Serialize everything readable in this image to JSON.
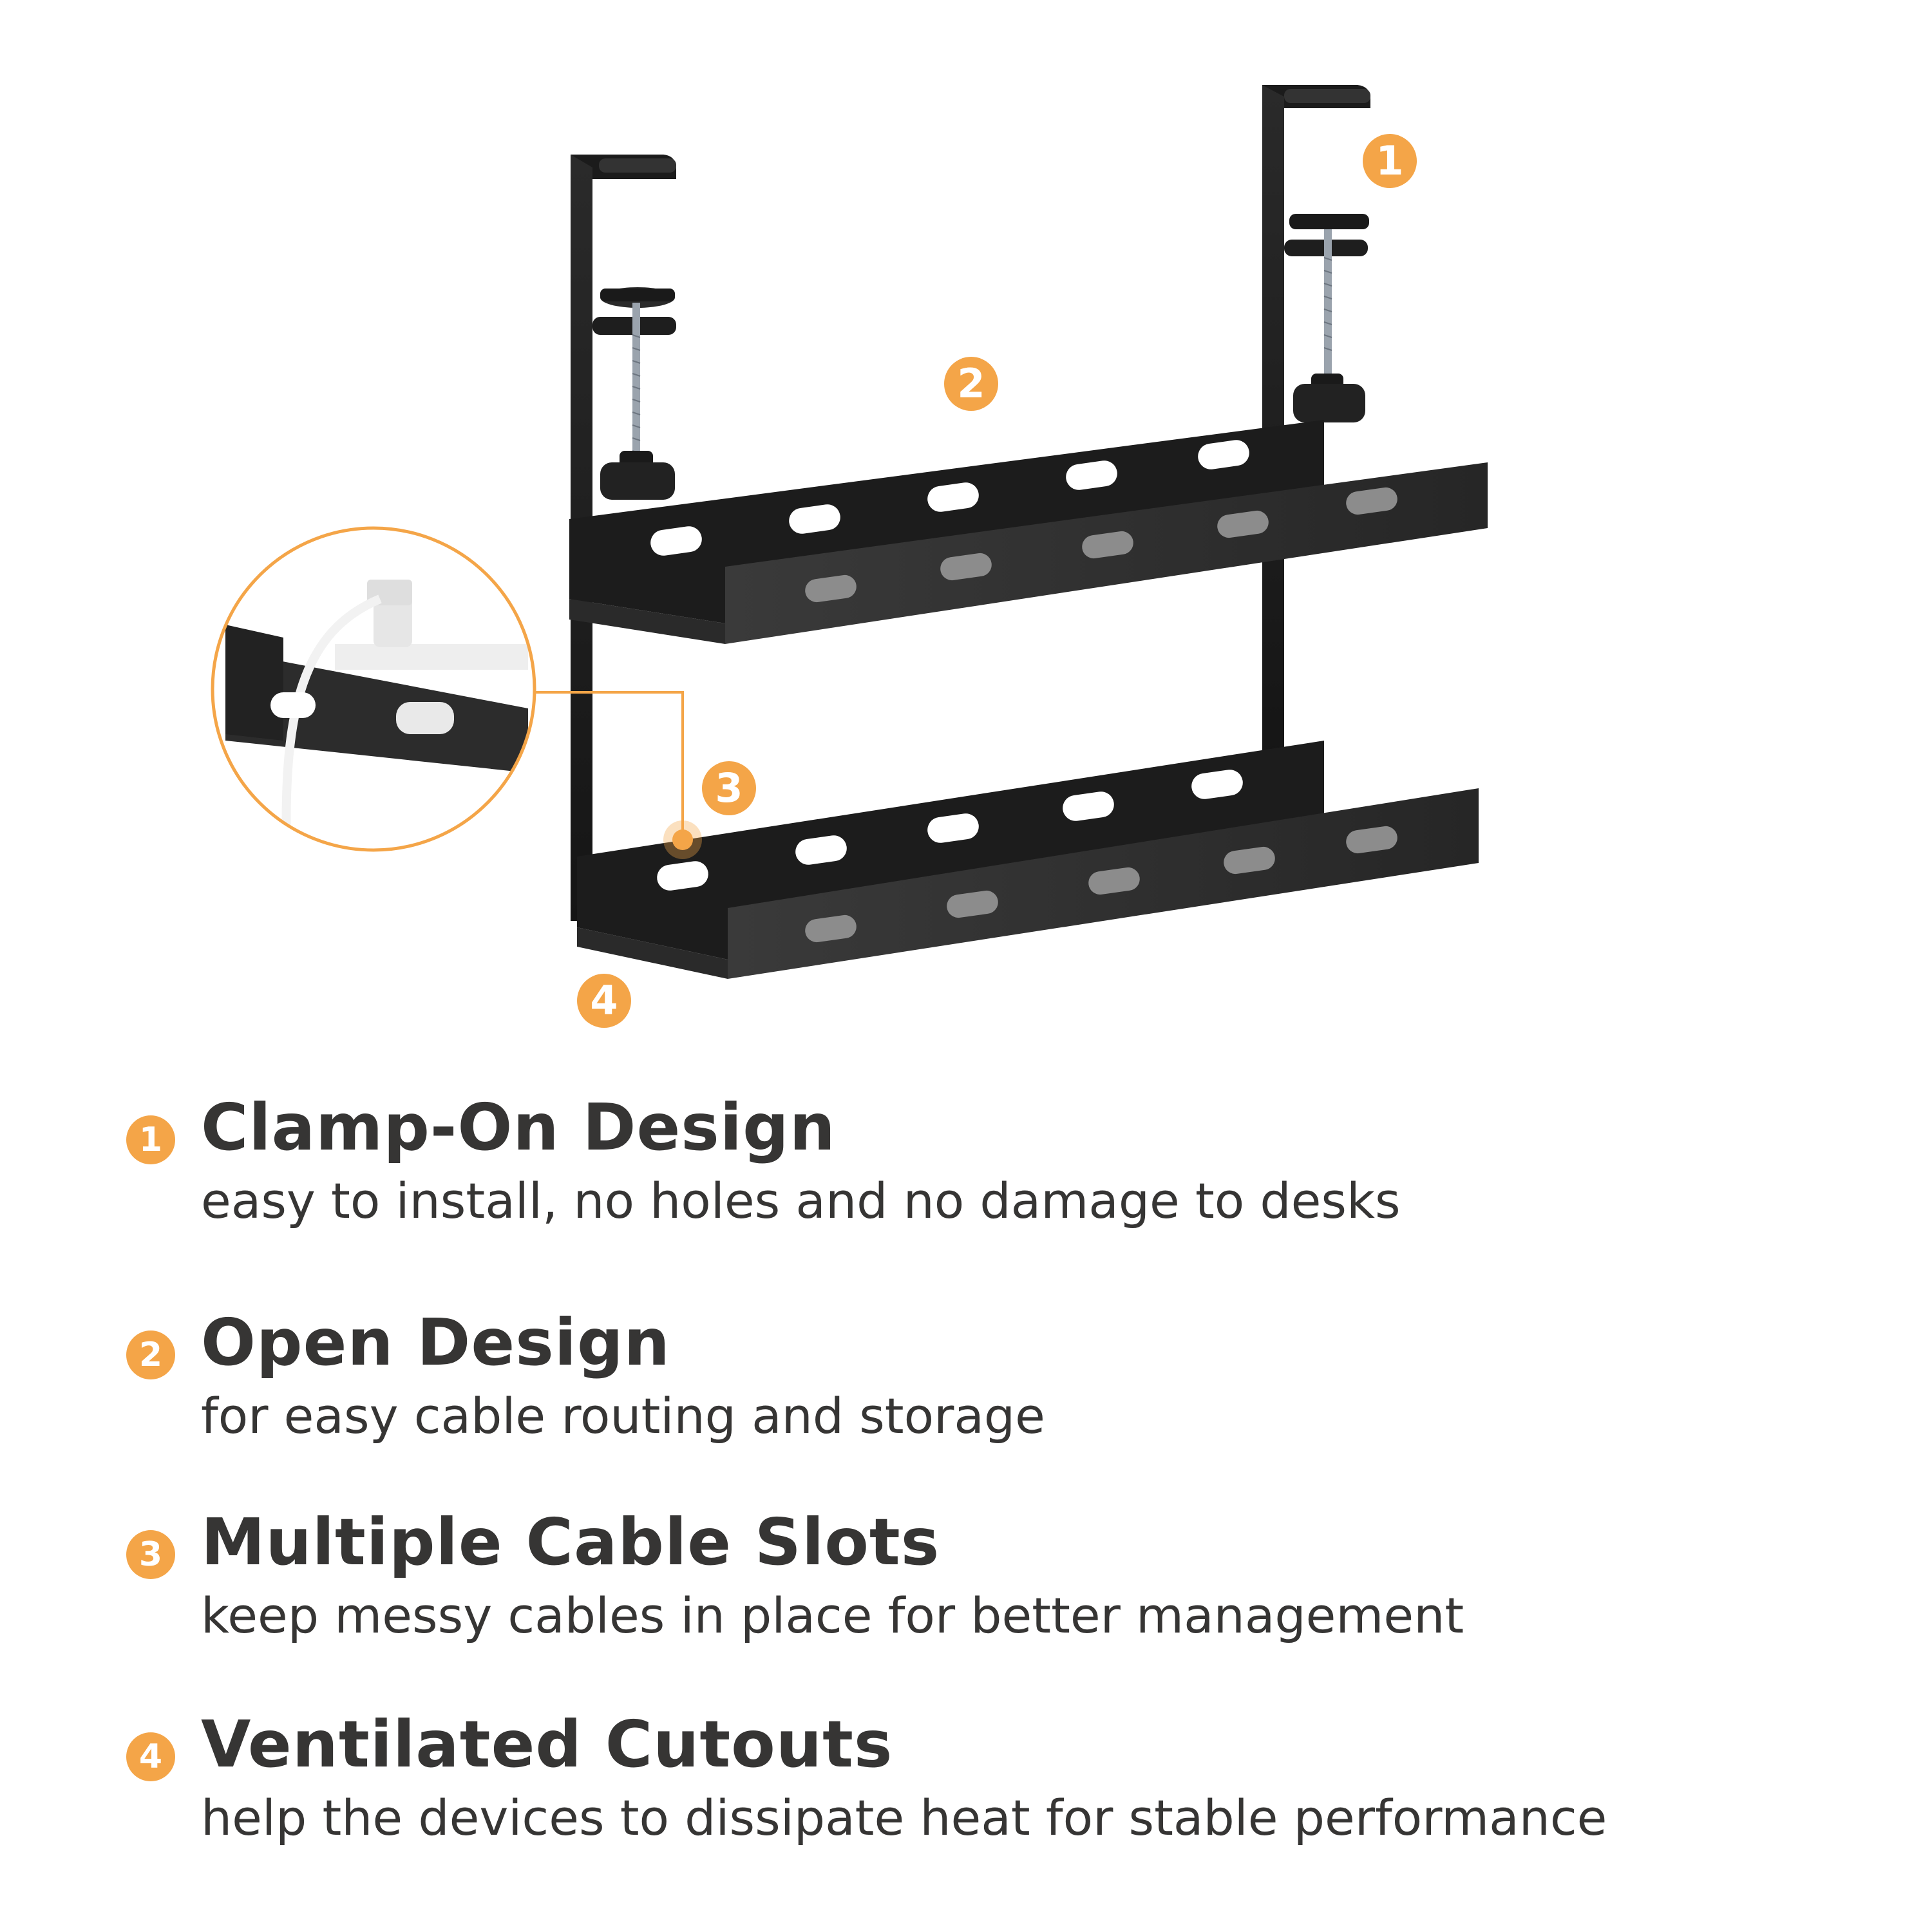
{
  "image": {
    "subject": "Under-desk clamp-on dual-tier cable management tray",
    "accent_color": "#f4a548",
    "text_color": "#363534",
    "product_color": "#1e1e1e"
  },
  "callouts": [
    {
      "number": "1",
      "target": "clamp"
    },
    {
      "number": "2",
      "target": "open tray"
    },
    {
      "number": "3",
      "target": "cable slot"
    },
    {
      "number": "4",
      "target": "ventilated cutouts"
    }
  ],
  "features": [
    {
      "number": "1",
      "title": "Clamp-On Design",
      "description": "easy to install, no holes and no damage to desks"
    },
    {
      "number": "2",
      "title": "Open Design",
      "description": "for easy cable routing and storage"
    },
    {
      "number": "3",
      "title": "Multiple Cable Slots",
      "description": "keep messy cables in place for better management"
    },
    {
      "number": "4",
      "title": "Ventilated Cutouts",
      "description": "help the devices to dissipate heat for stable performance"
    }
  ]
}
